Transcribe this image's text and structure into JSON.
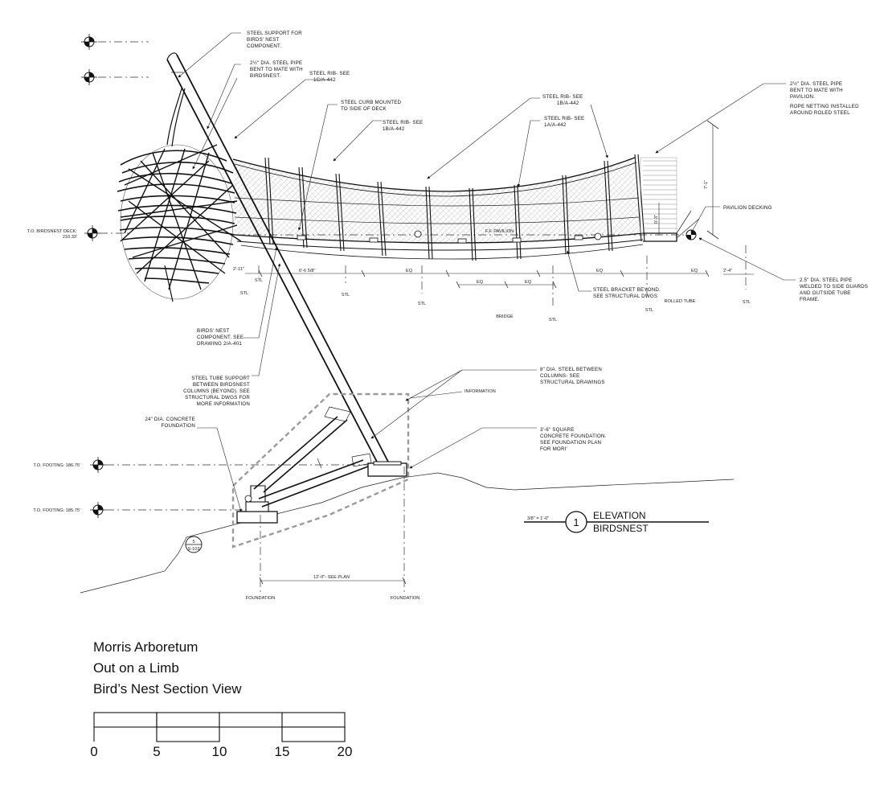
{
  "title_block": {
    "line1": "Morris Arboretum",
    "line2": "Out on a Limb",
    "line3": "Bird’s Nest Section View"
  },
  "scale_bar": {
    "ticks": [
      "0",
      "5",
      "10",
      "15",
      "20"
    ]
  },
  "elevation_tag": {
    "scale": "3/8\" = 1'-0\"",
    "number": "1",
    "title": "ELEVATION",
    "subtitle": "BIRDSNEST"
  },
  "level_markers": {
    "birdsnest_deck": [
      "T.O. BIRDSNEST DECK:",
      "210.33'"
    ],
    "footing_high": "T.O. FOOTING: 186.75'",
    "footing_low": "T.O. FOOTING: 185.75'"
  },
  "notes": {
    "steel_support": [
      "STEEL SUPPORT FOR",
      "BIRDS' NEST",
      "COMPONENT."
    ],
    "pipe_nest": [
      "2½\" DIA. STEEL PIPE",
      "BENT TO MATE WITH",
      "BIRDSNEST."
    ],
    "rib_1c": [
      "STEEL RIB- SEE",
      "1C/A-442"
    ],
    "curb": [
      "STEEL CURB MOUNTED",
      "TO SIDE OF DECK"
    ],
    "rib_1b_left": [
      "STEEL RIB- SEE",
      "1B/A-442"
    ],
    "rib_1b_right": [
      "STEEL RIB- SEE",
      "1B/A-442"
    ],
    "rib_1a": [
      "STEEL RIB- SEE",
      "1A/A-442"
    ],
    "pipe_pavilion": [
      "2½\" DIA. STEEL PIPE",
      "BENT TO MATE WITH",
      "PAVILION."
    ],
    "rope_netting": [
      "ROPE NETTING INSTALLED",
      "AROUND ROLED STEEL"
    ],
    "pavilion_decking": "PAVILION DECKING",
    "steel_pipe_25": [
      "2.5\" DIA. STEEL PIPE",
      "WELDED TO SIDE GUARDS",
      "AND OUTSIDE TUBE",
      "FRAME."
    ],
    "steel_bracket": [
      "STEEL BRACKET BEYOND.",
      "SEE STRUCTURAL DWGS"
    ],
    "birds_nest_component": [
      "BIRDS' NEST",
      "COMPONENT. SEE",
      "DRAWING 2/A-401"
    ],
    "steel_tube_support": [
      "STEEL TUBE SUPPORT",
      "BETWEEN BIRDSNEST",
      "COLUMNS (BEYOND). SEE",
      "STRUCTURAL DWGS FOR",
      "MORE INFORMATION"
    ],
    "steel_8in": [
      "8\" DIA. STEEL BETWEEN",
      "COLUMNS- SEE",
      "STRUCTURAL DRAWINGS"
    ],
    "information": "INFORMATION",
    "concrete_24": [
      "24\" DIA. CONCRETE",
      "FOUNDATION"
    ],
    "concrete_square": [
      "3'-6\" SQUARE",
      "CONCRETE FOUNDATION.",
      "SEE FOUNDATION PLAN",
      "FOR MORI'"
    ]
  },
  "dimensions": {
    "height": "7'-1\"",
    "small_v": "0'-3\"",
    "d_6_6": "6'-6 5/8\"",
    "eq": "EQ",
    "d_2_11": "2'-11\"",
    "d_2_4": "2'-4\"",
    "d_12": "12'-0\"- SEE PLAN",
    "ff_pavilion": "F.F. PAVILION"
  },
  "gridlines": {
    "stl": "STL",
    "bridge": "BRIDGE",
    "rolled_tube": "ROLLED TUBE",
    "foundation": "FOUNDATION"
  },
  "section_tag": {
    "top": "5",
    "bottom": "S-103"
  }
}
